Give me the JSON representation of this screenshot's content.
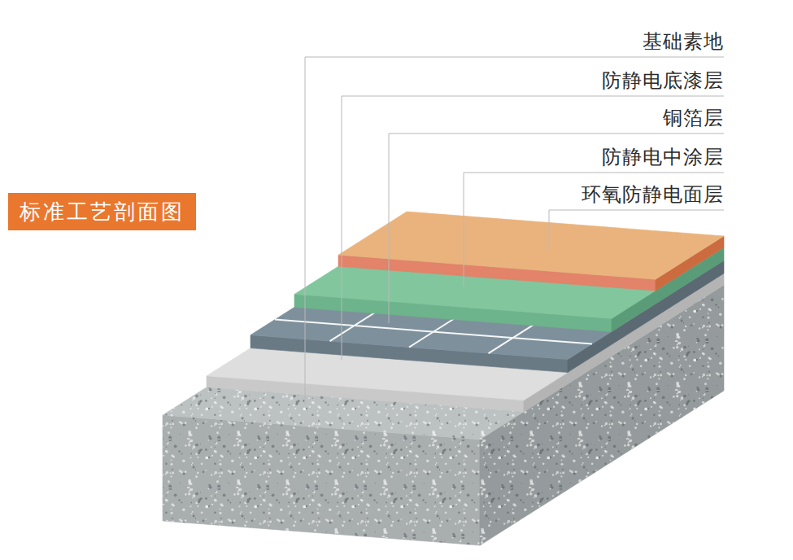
{
  "diagram": {
    "title": "标准工艺剖面图",
    "labels": [
      "基础素地",
      "防静电底漆层",
      "铜箔层",
      "防静电中涂层",
      "环氧防静电面层"
    ]
  }
}
